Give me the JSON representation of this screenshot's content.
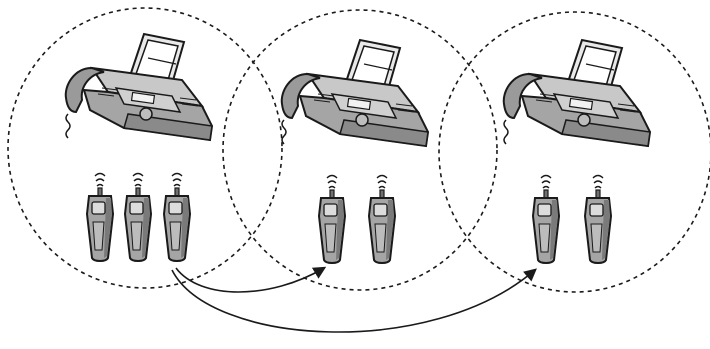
{
  "diagram": {
    "type": "illustration",
    "subject": "fax-machine-cordless-handset-registration",
    "zones": [
      {
        "id": "zone-1",
        "device": "fax-machine",
        "handset_count": 3
      },
      {
        "id": "zone-2",
        "device": "fax-machine",
        "handset_count": 2
      },
      {
        "id": "zone-3",
        "device": "fax-machine",
        "handset_count": 2
      }
    ],
    "arrows": [
      {
        "from": "zone-1",
        "to": "zone-2"
      },
      {
        "from": "zone-1",
        "to": "zone-3"
      }
    ],
    "icons": [
      "fax-machine-icon",
      "cordless-handset-icon",
      "signal-waves-icon",
      "arrow-icon"
    ],
    "colors": {
      "line": "#1a1a1a",
      "device_fill": "#a9a9a9",
      "device_dark": "#707070",
      "device_light": "#d4d4d4",
      "background": "#ffffff"
    }
  }
}
